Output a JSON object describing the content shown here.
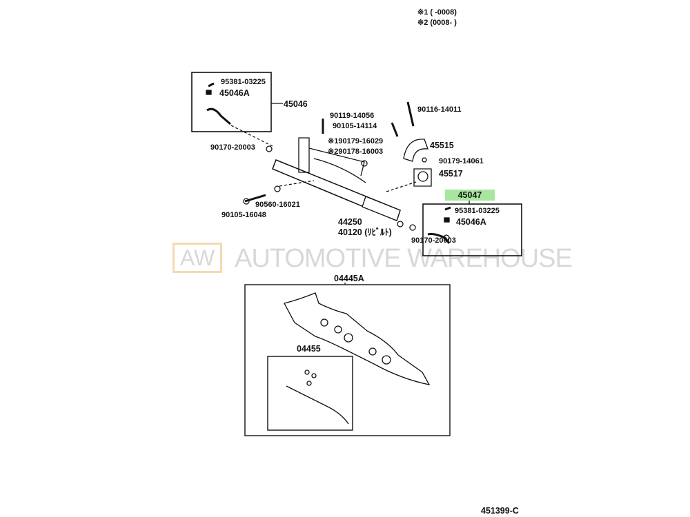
{
  "legend": {
    "note1": "※1  (        -0008)",
    "note2": "※2  (0008-        )"
  },
  "watermark": {
    "logo": "AW",
    "text": "AUTOMOTIVE WAREHOUSE"
  },
  "parts": {
    "p95381_l": "95381-03225",
    "p45046a_l": "45046A",
    "p45046": "45046",
    "p90119": "90119-14056",
    "p90105_14114": "90105-14114",
    "p90116": "90116-14011",
    "p90170_l": "90170-20003",
    "p90179_16029": "※190179-16029",
    "p90178": "※290178-16003",
    "p45515": "45515",
    "p90179_14061": "90179-14061",
    "p45517": "45517",
    "p45047": "45047",
    "p90560": "90560-16021",
    "p90105_16048": "90105-16048",
    "p44250": "44250",
    "p40120": "40120 (ﾘﾋﾞﾙﾄ)",
    "p90170_r": "90170-20003",
    "p95381_r": "95381-03225",
    "p45046a_r": "45046A",
    "p04445a": "04445A",
    "p04455": "04455"
  },
  "diagram_id": "451399-C"
}
